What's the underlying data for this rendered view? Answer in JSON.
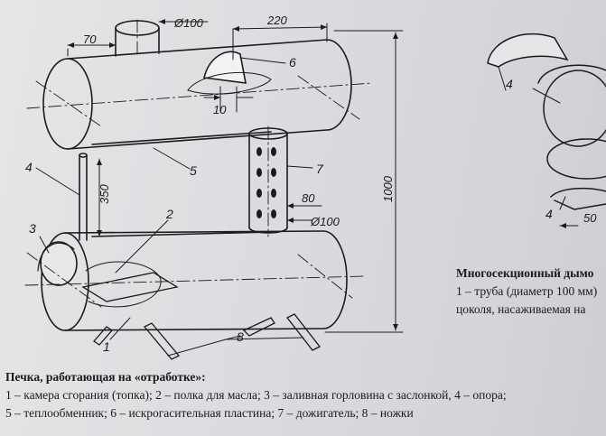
{
  "dimensions": {
    "d_top": "Ø100",
    "w_220": "220",
    "w_70": "70",
    "w_10": "10",
    "h_350": "350",
    "w_80": "80",
    "d_bottom": "Ø100",
    "h_1000": "1000",
    "w_50": "50"
  },
  "callouts": {
    "c1": "1",
    "c2": "2",
    "c3": "3",
    "c4": "4",
    "c5": "5",
    "c6": "6",
    "c7": "7",
    "c8": "8",
    "r4_top": "4",
    "r4_bottom": "4"
  },
  "caption_left": {
    "title": "Печка, работающая на «отработке»:",
    "line1": "1 – камера сгорания (топка); 2 – полка для масла; 3 – заливная горловина с заслонкой, 4 – опора;",
    "line2": "5 – теплообменник; 6 – искрогасительная пластина; 7 – дожигатель; 8 – ножки"
  },
  "caption_right": {
    "title": "Многосекционный дымо",
    "line1": "1 – труба (диаметр 100 мм)",
    "line2": "цоколя, насаживаемая на"
  }
}
